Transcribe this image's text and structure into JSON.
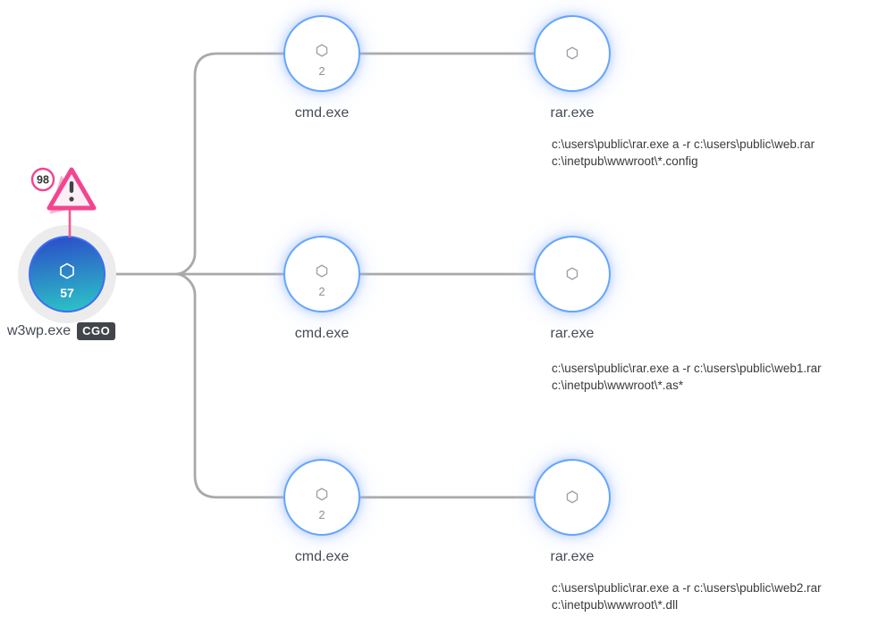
{
  "root": {
    "label": "w3wp.exe",
    "tag": "CGO",
    "descendant_count": "57",
    "alert_count": "98"
  },
  "rows": [
    {
      "child": {
        "label": "cmd.exe",
        "count": "2"
      },
      "grandchild": {
        "label": "rar.exe",
        "command_lines": [
          "c:\\users\\public\\rar.exe a -r c:\\users\\public\\web.rar",
          "c:\\inetpub\\wwwroot\\*.config"
        ]
      }
    },
    {
      "child": {
        "label": "cmd.exe",
        "count": "2"
      },
      "grandchild": {
        "label": "rar.exe",
        "command_lines": [
          "c:\\users\\public\\rar.exe a -r c:\\users\\public\\web1.rar",
          "c:\\inetpub\\wwwroot\\*.as*"
        ]
      }
    },
    {
      "child": {
        "label": "cmd.exe",
        "count": "2"
      },
      "grandchild": {
        "label": "rar.exe",
        "command_lines": [
          "c:\\users\\public\\rar.exe a -r c:\\users\\public\\web2.rar",
          "c:\\inetpub\\wwwroot\\*.dll"
        ]
      }
    }
  ],
  "colors": {
    "node_border_blue": "#64a6fc",
    "edge_gray": "#a9a9a9",
    "alert_pink": "#f2458f",
    "root_gradient_start": "#2b52c9",
    "root_gradient_end": "#2cc2c6",
    "tag_badge_bg": "#42454a"
  }
}
